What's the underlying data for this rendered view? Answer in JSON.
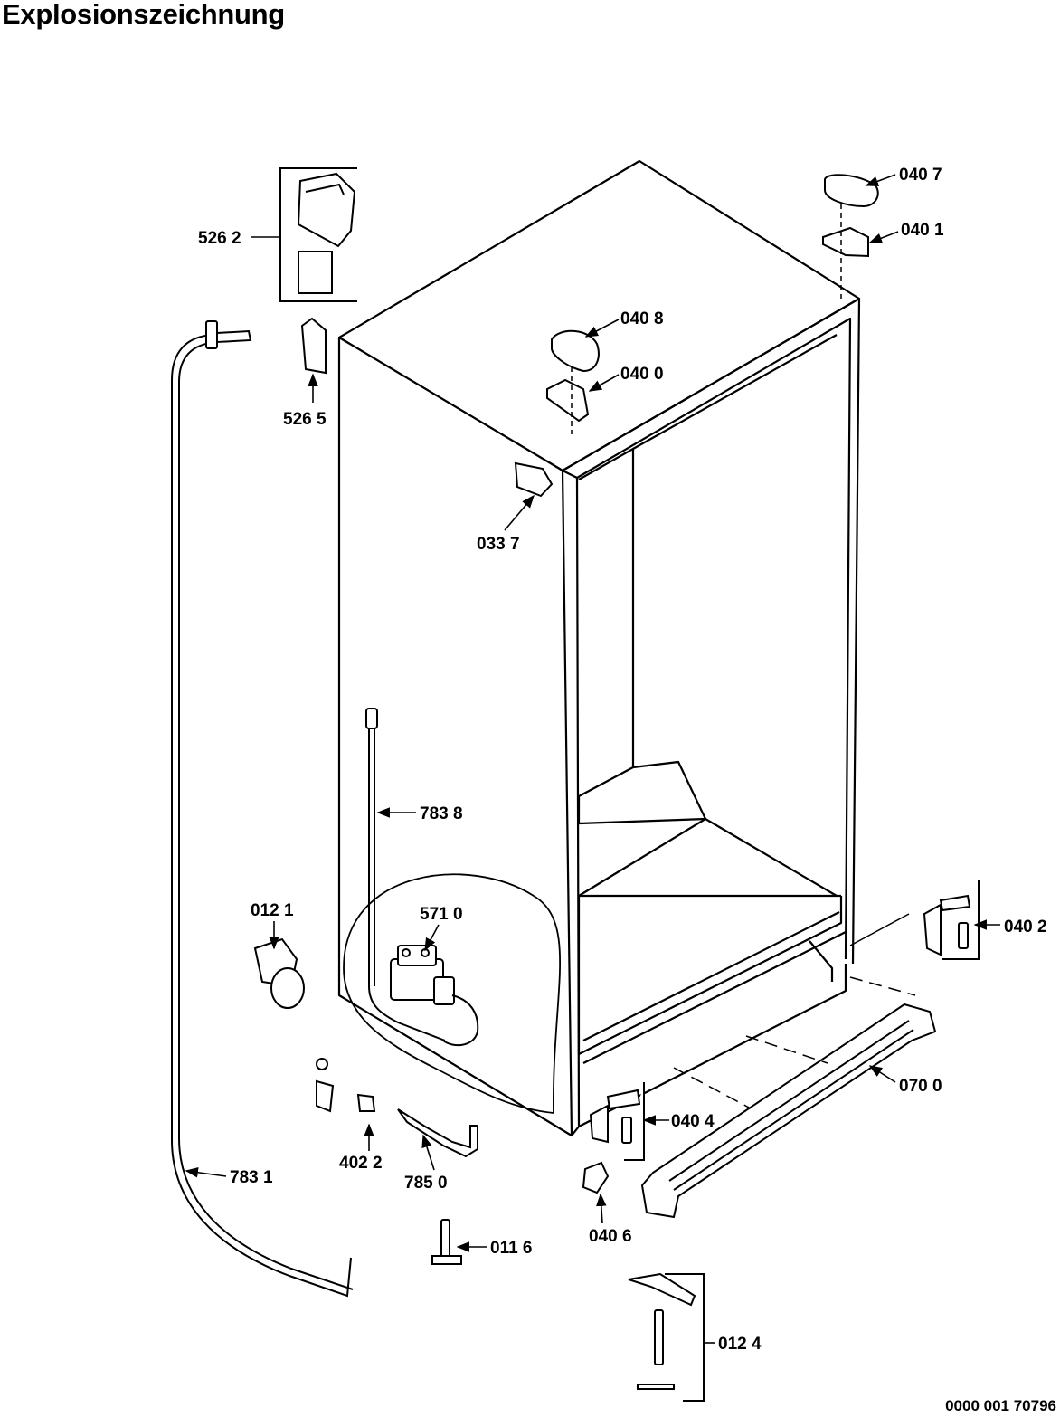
{
  "title": "Explosionszeichnung",
  "document_number": "0000 001 70796",
  "parts": [
    {
      "id": "p5262",
      "label": "526 2"
    },
    {
      "id": "p5265",
      "label": "526 5"
    },
    {
      "id": "p4007",
      "label": "040 7"
    },
    {
      "id": "p4001",
      "label": "040 1"
    },
    {
      "id": "p4008",
      "label": "040 8"
    },
    {
      "id": "p4000",
      "label": "040 0"
    },
    {
      "id": "p0337",
      "label": "033 7"
    },
    {
      "id": "p7838",
      "label": "783 8"
    },
    {
      "id": "p0121",
      "label": "012 1"
    },
    {
      "id": "p5710",
      "label": "571 0"
    },
    {
      "id": "p4002",
      "label": "040 2"
    },
    {
      "id": "p0700",
      "label": "070 0"
    },
    {
      "id": "p4004",
      "label": "040 4"
    },
    {
      "id": "p4022",
      "label": "402 2"
    },
    {
      "id": "p7850",
      "label": "785 0"
    },
    {
      "id": "p7831",
      "label": "783 1"
    },
    {
      "id": "p4006",
      "label": "040 6"
    },
    {
      "id": "p0116",
      "label": "011 6"
    },
    {
      "id": "p0124",
      "label": "012 4"
    }
  ]
}
